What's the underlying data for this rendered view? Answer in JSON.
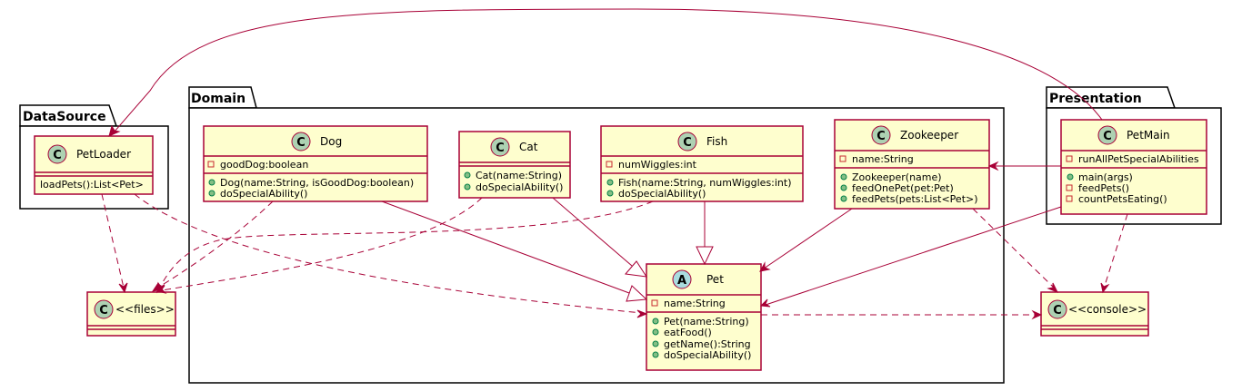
{
  "packages": {
    "datasource": "DataSource",
    "domain": "Domain",
    "presentation": "Presentation"
  },
  "classes": {
    "petloader": {
      "spot": "C",
      "name": "PetLoader",
      "fields": [],
      "methods": [
        "loadPets():List<Pet>"
      ]
    },
    "dog": {
      "spot": "C",
      "name": "Dog",
      "fields": [
        "goodDog:boolean"
      ],
      "methods": [
        "Dog(name:String, isGoodDog:boolean)",
        "doSpecialAbility()"
      ]
    },
    "cat": {
      "spot": "C",
      "name": "Cat",
      "fields": [],
      "methods": [
        "Cat(name:String)",
        "doSpecialAbility()"
      ]
    },
    "fish": {
      "spot": "C",
      "name": "Fish",
      "fields": [
        "numWiggles:int"
      ],
      "methods": [
        "Fish(name:String, numWiggles:int)",
        "doSpecialAbility()"
      ]
    },
    "zookeeper": {
      "spot": "C",
      "name": "Zookeeper",
      "fields": [
        "name:String"
      ],
      "methods": [
        "Zookeeper(name)",
        "feedOnePet(pet:Pet)",
        "feedPets(pets:List<Pet>)"
      ]
    },
    "pet": {
      "spot": "A",
      "name": "Pet",
      "fields": [
        "name:String"
      ],
      "methods": [
        "Pet(name:String)",
        "eatFood()",
        "getName():String",
        "doSpecialAbility()"
      ]
    },
    "petmain": {
      "spot": "C",
      "name": "PetMain",
      "fields": [
        "runAllPetSpecialAbilities"
      ],
      "methods": [
        "main(args)",
        "feedPets()",
        "countPetsEating()"
      ]
    },
    "files": {
      "spot": "C",
      "name": "<<files>>"
    },
    "console": {
      "spot": "C",
      "name": "<<console>>"
    }
  },
  "colors": {
    "class_fill": "#FEFECE",
    "border": "#A80036",
    "spot_class": "#ADD1B2",
    "spot_abstract": "#A9DCDF"
  }
}
